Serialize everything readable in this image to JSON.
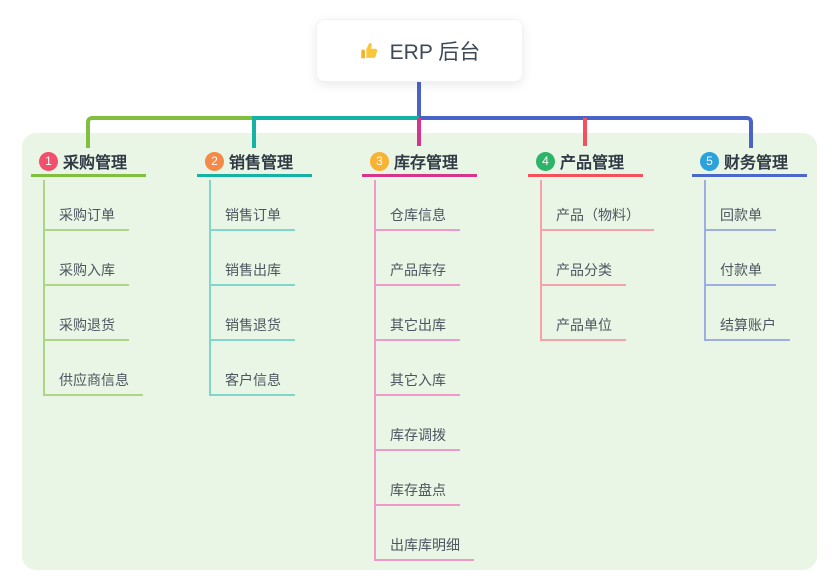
{
  "root": {
    "label": "ERP 后台",
    "icon": "thumbs-up-icon"
  },
  "connector_colors": {
    "trunk_blue": "#4a63c8",
    "seg_green": "#82bf3e",
    "seg_teal": "#16b3a5",
    "drop_magenta": "#d5368c",
    "drop_red": "#f4515c"
  },
  "panel_color": "#e9f6e5",
  "branches": [
    {
      "num": "1",
      "label": "采购管理",
      "badge_color": "#f0506b",
      "line_color": "#82bf3e",
      "child_line_color": "#aed584",
      "children": [
        "采购订单",
        "采购入库",
        "采购退货",
        "供应商信息"
      ]
    },
    {
      "num": "2",
      "label": "销售管理",
      "badge_color": "#f58949",
      "line_color": "#16b3a5",
      "child_line_color": "#7fd6ca",
      "children": [
        "销售订单",
        "销售出库",
        "销售退货",
        "客户信息"
      ]
    },
    {
      "num": "3",
      "label": "库存管理",
      "badge_color": "#f9b233",
      "line_color": "#d5368c",
      "child_line_color": "#f09ac9",
      "children": [
        "仓库信息",
        "产品库存",
        "其它出库",
        "其它入库",
        "库存调拨",
        "库存盘点",
        "出库库明细"
      ]
    },
    {
      "num": "4",
      "label": "产品管理",
      "badge_color": "#2db469",
      "line_color": "#f4515c",
      "child_line_color": "#f9a1a8",
      "children": [
        "产品（物料）",
        "产品分类",
        "产品单位"
      ]
    },
    {
      "num": "5",
      "label": "财务管理",
      "badge_color": "#2aa2dd",
      "line_color": "#4a69c8",
      "child_line_color": "#9dafe2",
      "children": [
        "回款单",
        "付款单",
        "结算账户"
      ]
    }
  ]
}
